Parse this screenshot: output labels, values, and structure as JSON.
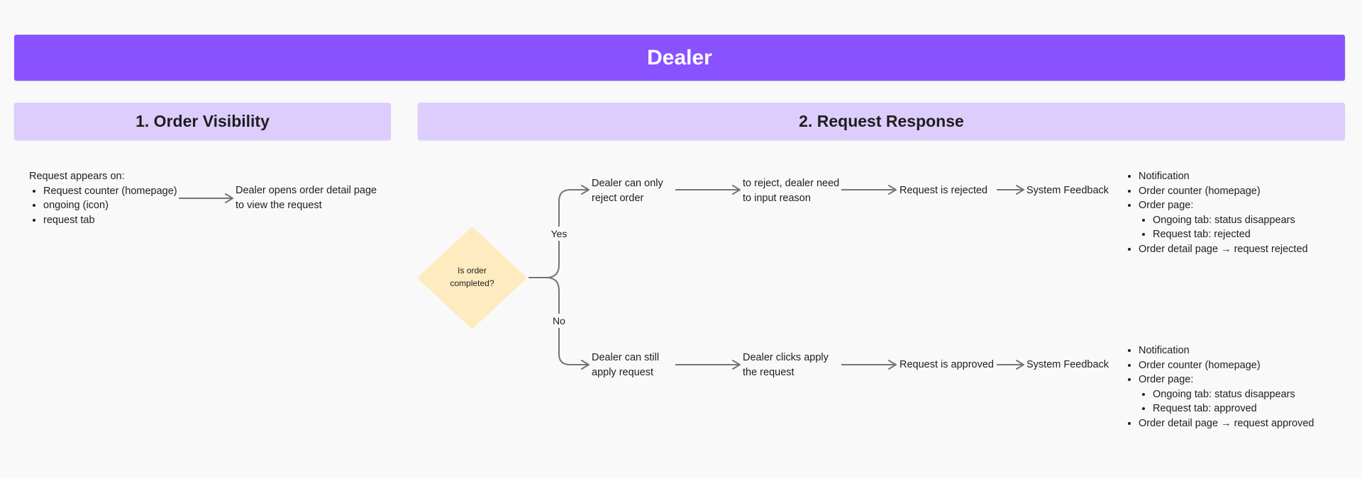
{
  "banner": {
    "title": "Dealer"
  },
  "sections": {
    "order_visibility": {
      "title": "1. Order Visibility"
    },
    "request_response": {
      "title": "2. Request Response"
    }
  },
  "order_visibility": {
    "appears_heading": "Request appears on:",
    "appears_items": [
      "Request counter (homepage)",
      "ongoing (icon)",
      "request tab"
    ],
    "next_step": [
      "Dealer opens order detail page",
      "to view the request"
    ]
  },
  "decision": {
    "question": [
      "Is order",
      "completed?"
    ],
    "yes_label": "Yes",
    "no_label": "No",
    "fill_color": "#feebbf"
  },
  "yes_branch": {
    "step1": [
      "Dealer can only",
      "reject order"
    ],
    "step2": [
      "to reject, dealer need",
      "to input reason"
    ],
    "step3": "Request is rejected",
    "step4": "System Feedback",
    "feedback": {
      "items": [
        "Notification",
        "Order counter (homepage)",
        "Order page:"
      ],
      "sub_items": [
        "Ongoing tab: status disappears",
        "Request tab: rejected"
      ],
      "last_item": "Order detail page → request rejected"
    }
  },
  "no_branch": {
    "step1": [
      "Dealer can still",
      "apply request"
    ],
    "step2": [
      "Dealer clicks apply",
      "the request"
    ],
    "step3": "Request is approved",
    "step4": "System Feedback",
    "feedback": {
      "items": [
        "Notification",
        "Order counter (homepage)",
        "Order page:"
      ],
      "sub_items": [
        "Ongoing tab: status disappears",
        "Request tab: approved"
      ],
      "last_item": "Order detail page → request approved"
    }
  },
  "colors": {
    "banner": "#8a52ff",
    "section_header": "#dccdfd",
    "connector": "#757575"
  }
}
